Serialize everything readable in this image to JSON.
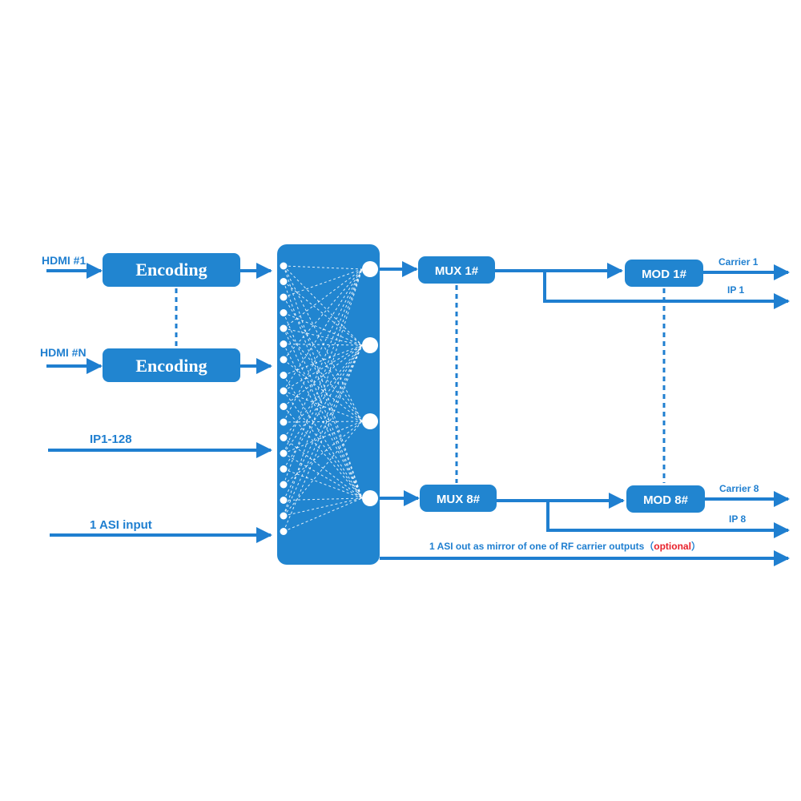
{
  "inputs": {
    "hdmi1": "HDMI #1",
    "hdmiN": "HDMI #N",
    "ip": "IP1-128",
    "asi": "1 ASI input"
  },
  "encoder": {
    "label": "Encoding"
  },
  "mux": {
    "first": "MUX 1#",
    "last": "MUX 8#"
  },
  "mod": {
    "first": "MOD 1#",
    "last": "MOD 8#"
  },
  "outputs": {
    "carrier1": "Carrier 1",
    "ip1": "IP 1",
    "carrier8": "Carrier 8",
    "ip8": "IP 8",
    "asi_out_text": "1 ASI out as mirror of one of RF carrier outputs（",
    "asi_out_optional": "optional",
    "asi_out_close": "）"
  },
  "colors": {
    "primary": "#1f7fd0",
    "box": "#2185d0",
    "optional": "#e8202a"
  }
}
